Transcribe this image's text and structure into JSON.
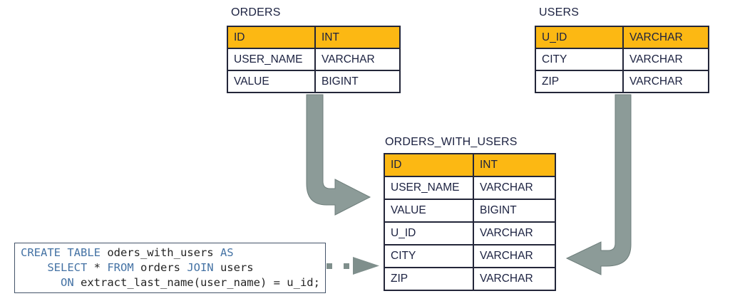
{
  "tables": {
    "orders": {
      "title": "ORDERS",
      "rows": [
        {
          "name": "ID",
          "type": "INT"
        },
        {
          "name": "USER_NAME",
          "type": "VARCHAR"
        },
        {
          "name": "VALUE",
          "type": "BIGINT"
        }
      ]
    },
    "users": {
      "title": "USERS",
      "rows": [
        {
          "name": "U_ID",
          "type": "VARCHAR"
        },
        {
          "name": "CITY",
          "type": "VARCHAR"
        },
        {
          "name": "ZIP",
          "type": "VARCHAR"
        }
      ]
    },
    "orders_with_users": {
      "title": "ORDERS_WITH_USERS",
      "rows": [
        {
          "name": "ID",
          "type": "INT"
        },
        {
          "name": "USER_NAME",
          "type": "VARCHAR"
        },
        {
          "name": "VALUE",
          "type": "BIGINT"
        },
        {
          "name": "U_ID",
          "type": "VARCHAR"
        },
        {
          "name": "CITY",
          "type": "VARCHAR"
        },
        {
          "name": "ZIP",
          "type": "VARCHAR"
        }
      ]
    }
  },
  "sql": {
    "l1": {
      "k1": "CREATE TABLE",
      "p1": " oders_with_users ",
      "k2": "AS"
    },
    "l2": {
      "ind": "    ",
      "k1": "SELECT",
      "p1": " * ",
      "k2": "FROM",
      "p2": " orders ",
      "k3": "JOIN",
      "p3": " users"
    },
    "l3": {
      "ind": "      ",
      "k1": "ON",
      "p1": " extract_last_name(user_name) = u_id;"
    }
  },
  "icons": {
    "orders_arrow": "elbow-arrow-down-right",
    "users_arrow": "elbow-arrow-down-left",
    "sql_arrow": "dotted-arrow-right"
  },
  "colors": {
    "header_amber": "#FCB813",
    "table_border": "#232639",
    "text_navy": "#1B2140",
    "arrow_gray": "#8C9B98",
    "keyword_blue": "#4472A4",
    "code_text": "#242424"
  }
}
